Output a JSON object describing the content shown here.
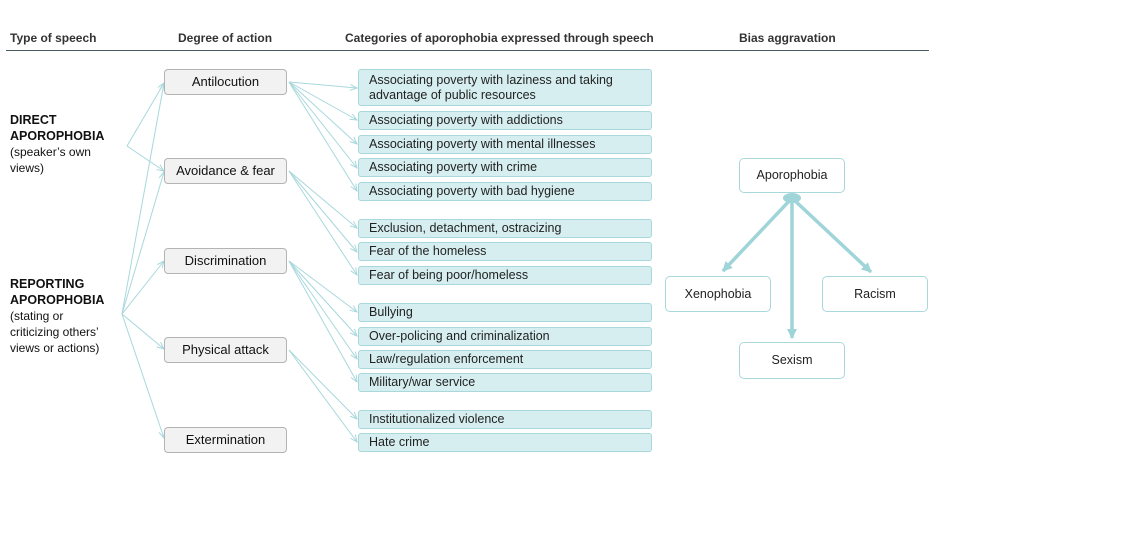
{
  "headers": {
    "type_of_speech": "Type of speech",
    "degree_of_action": "Degree of action",
    "categories": "Categories of aporophobia expressed through speech",
    "bias_aggravation": "Bias aggravation"
  },
  "speech_types": {
    "direct": {
      "title_1": "DIRECT",
      "title_2": "APOROPHOBIA",
      "desc_1": "(speaker’s own",
      "desc_2": "views)"
    },
    "reporting": {
      "title_1": "REPORTING",
      "title_2": "APOROPHOBIA",
      "desc_1": "(stating or",
      "desc_2": "criticizing others’",
      "desc_3": "views or actions)"
    }
  },
  "degrees": [
    "Antilocution",
    "Avoidance & fear",
    "Discrimination",
    "Physical attack",
    "Extermination"
  ],
  "categories": {
    "antilocution": [
      "Associating poverty with laziness and taking advantage of public resources",
      "Associating poverty with addictions",
      "Associating poverty with mental illnesses",
      "Associating poverty with crime",
      "Associating poverty with bad hygiene"
    ],
    "avoidance": [
      "Exclusion, detachment, ostracizing",
      "Fear of the homeless",
      "Fear of being poor/homeless"
    ],
    "discrimination": [
      "Bullying",
      "Over-policing and criminalization",
      "Law/regulation enforcement",
      "Military/war service"
    ],
    "attack": [
      "Institutionalized violence",
      "Hate crime"
    ]
  },
  "bias": {
    "center": "Aporophobia",
    "left": "Xenophobia",
    "right": "Racism",
    "bottom": "Sexism"
  },
  "colors": {
    "line": "#a8d8dc",
    "box_fill": "#d6eef0",
    "arrow": "#9fd4d9",
    "rule": "#4a5b63"
  }
}
